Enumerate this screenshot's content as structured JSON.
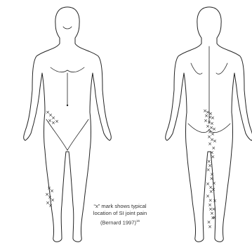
{
  "caption": {
    "line1": "“x” mark shows typical",
    "line2": "location of SI joint pain",
    "line3": "(Bernard 1997)",
    "citation_superscript": "16"
  },
  "marker_glyph": "×",
  "figures": [
    {
      "view": "front"
    },
    {
      "view": "back"
    }
  ],
  "colors": {
    "outline": "#222222",
    "marks": "#222222",
    "caption_text": "#333333",
    "background": "#ffffff"
  }
}
